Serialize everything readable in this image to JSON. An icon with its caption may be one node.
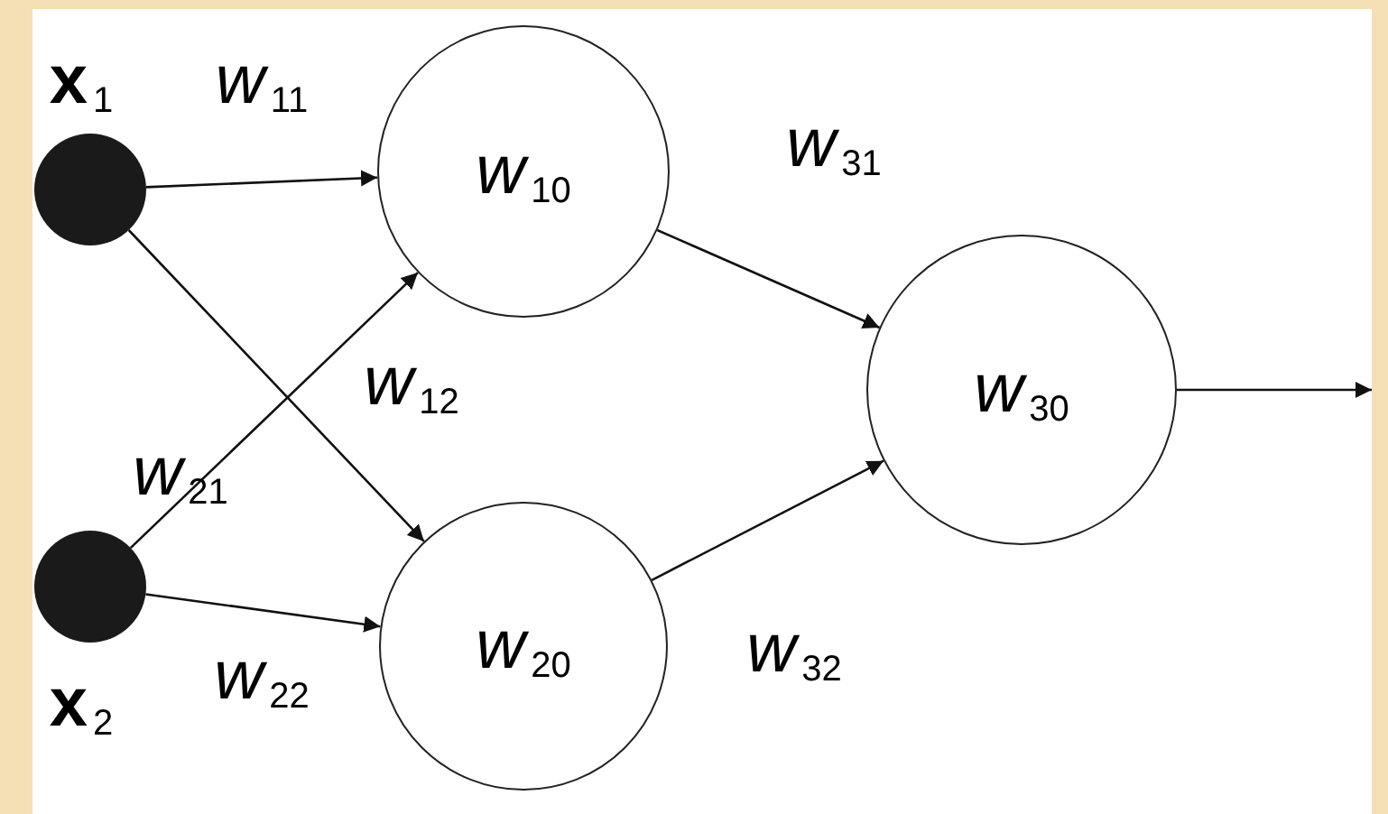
{
  "diagram": {
    "nodes": [
      {
        "text": [],
        "shape": "circle",
        "beside": [
          "**x**$_{1}$"
        ]
      },
      {
        "text": [],
        "shape": "circle",
        "beside": [
          "**x**$_{2}$"
        ]
      },
      {
        "text": [
          "*w*$_{10}$"
        ]
      },
      {
        "text": [
          "*w*$_{20}$"
        ]
      },
      {
        "text": [
          "*w*$_{30}$"
        ]
      }
    ],
    "edges": [
      {
        "from": 0,
        "to": 2,
        "arrow": "to",
        "label": "*w*$_{11}$"
      },
      {
        "from": 0,
        "to": 3,
        "arrow": "to",
        "label": "*w*$_{12}$"
      },
      {
        "from": 1,
        "to": 2,
        "arrow": "to",
        "label": "*w*$_{21}$"
      },
      {
        "from": 1,
        "to": 3,
        "arrow": "to",
        "label": "*w*$_{22}$"
      },
      {
        "from": 2,
        "to": 4,
        "arrow": "to",
        "label": "*w*$_{31}$"
      },
      {
        "from": 3,
        "to": 4,
        "arrow": "to",
        "label": "*w*$_{32}$"
      },
      {
        "from": 4,
        "to": null,
        "arrow": "to"
      }
    ]
  }
}
